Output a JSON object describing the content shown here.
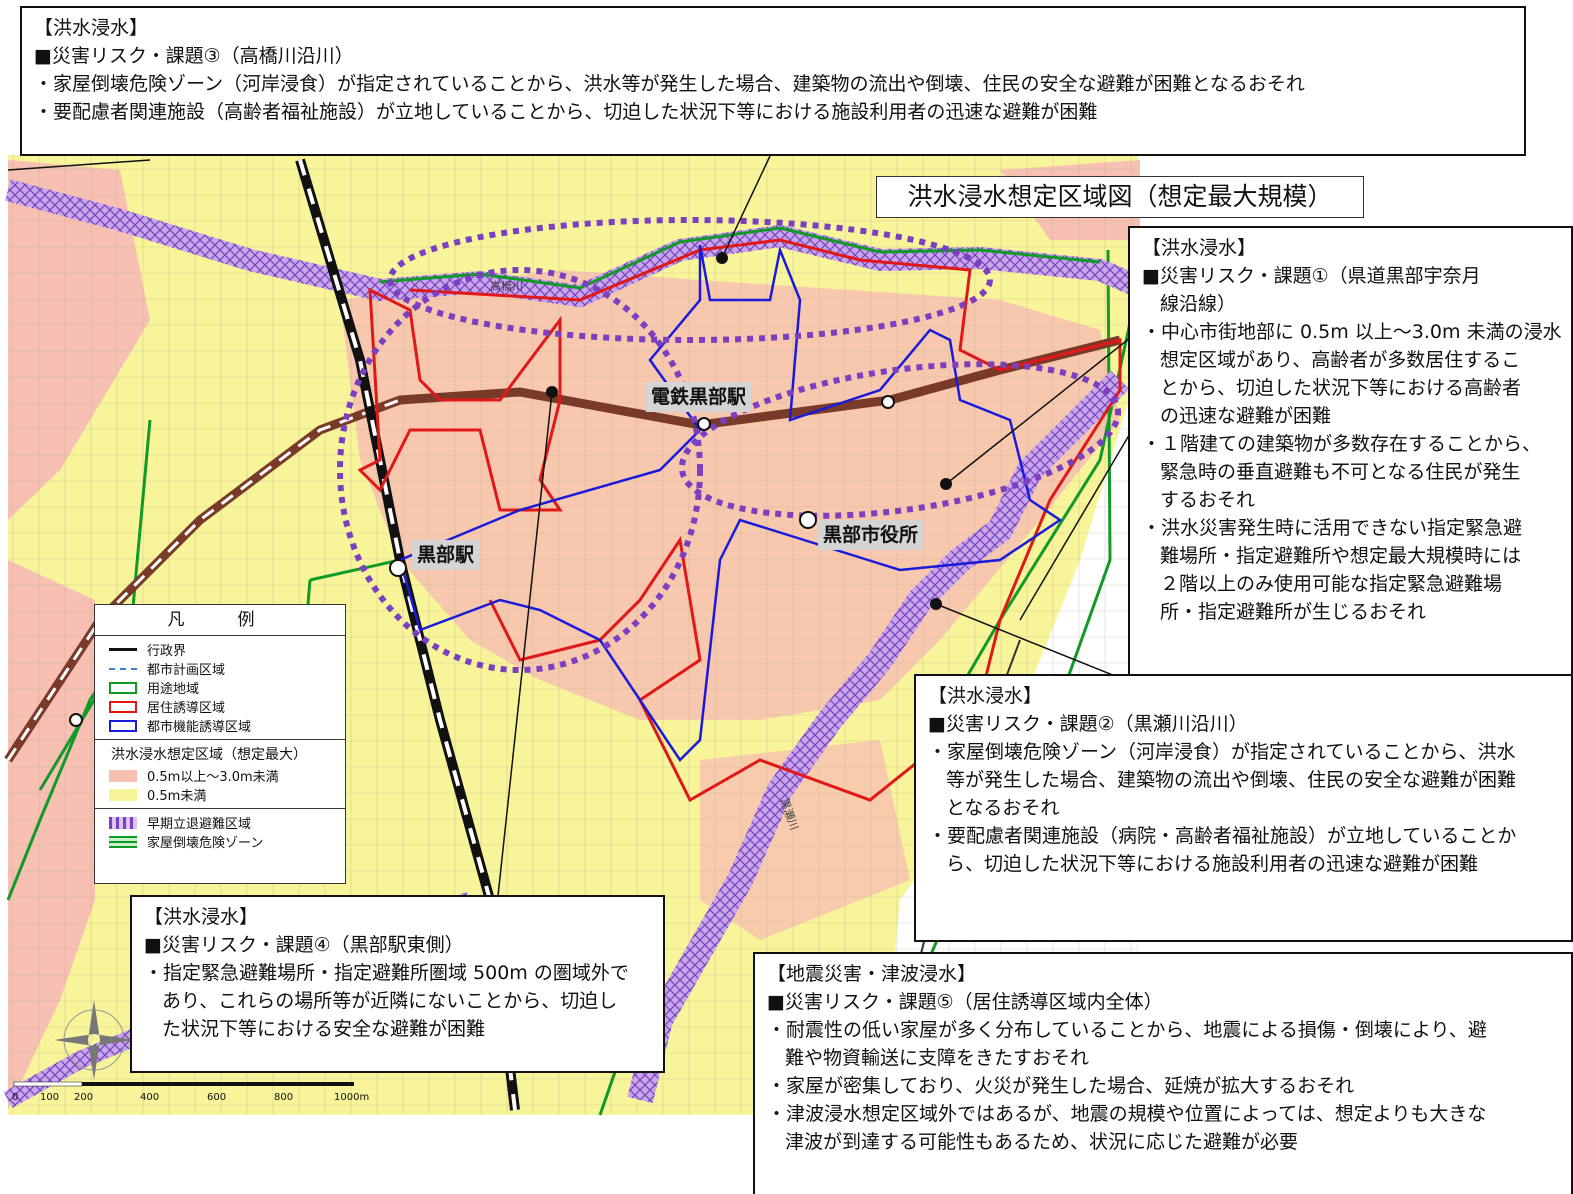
{
  "map_title": "洪水浸水想定区域図（想定最大規模）",
  "stations": {
    "dentetsu": "電鉄黒部駅",
    "kurobe": "黒部駅",
    "city_hall": "黒部市役所"
  },
  "river_labels": {
    "takahashi": "高橋川",
    "kurose": "黒瀬川"
  },
  "boxes": {
    "b3": {
      "tag": "【洪水浸水】",
      "title": "■災害リスク・課題③（高橋川沿川）",
      "lines": [
        "・家屋倒壊危険ゾーン（河岸浸食）が指定されていることから、洪水等が発生した場合、建築物の流出や倒壊、住民の安全な避難が困難となるおそれ",
        "・要配慮者関連施設（高齢者福祉施設）が立地していることから、切迫した状況下等における施設利用者の迅速な避難が困難"
      ]
    },
    "b1": {
      "tag": "【洪水浸水】",
      "title1": "■災害リスク・課題①（県道黒部宇奈月",
      "title2": "線沿線）",
      "lines": [
        "・中心市街地部に 0.5m 以上～3.0m 未満の浸水",
        "想定区域があり、高齢者が多数居住するこ",
        "とから、切迫した状況下等における高齢者",
        "の迅速な避難が困難",
        "・１階建ての建築物が多数存在することから、",
        "緊急時の垂直避難も不可となる住民が発生",
        "するおそれ",
        "・洪水災害発生時に活用できない指定緊急避",
        "難場所・指定避難所や想定最大規模時には",
        "２階以上のみ使用可能な指定緊急避難場",
        "所・指定避難所が生じるおそれ"
      ]
    },
    "b2": {
      "tag": "【洪水浸水】",
      "title": "■災害リスク・課題②（黒瀬川沿川）",
      "lines": [
        "・家屋倒壊危険ゾーン（河岸浸食）が指定されていることから、洪水",
        "等が発生した場合、建築物の流出や倒壊、住民の安全な避難が困難",
        "となるおそれ",
        "・要配慮者関連施設（病院・高齢者福祉施設）が立地していることか",
        "ら、切迫した状況下等における施設利用者の迅速な避難が困難"
      ]
    },
    "b4": {
      "tag": "【洪水浸水】",
      "title": "■災害リスク・課題④（黒部駅東側）",
      "lines": [
        "・指定緊急避難場所・指定避難所圏域 500m の圏域外で",
        "あり、これらの場所等が近隣にないことから、切迫し",
        "た状況下等における安全な避難が困難"
      ]
    },
    "b5": {
      "tag": "【地震災害・津波浸水】",
      "title": "■災害リスク・課題⑤（居住誘導区域内全体）",
      "lines": [
        "・耐震性の低い家屋が多く分布していることから、地震による損傷・倒壊により、避",
        "難や物資輸送に支障をきたすおそれ",
        "・家屋が密集しており、火災が発生した場合、延焼が拡大するおそれ",
        "・津波浸水想定区域外ではあるが、地震の規模や位置によっては、想定よりも大きな",
        "津波が到達する可能性もあるため、状況に応じた避難が必要"
      ]
    }
  },
  "legend": {
    "title": "凡　例",
    "items": [
      {
        "label": "行政界",
        "style": "line-black"
      },
      {
        "label": "都市計画区域",
        "style": "line-dashdot-blue"
      },
      {
        "label": "用途地域",
        "style": "box-green"
      },
      {
        "label": "居住誘導区域",
        "style": "box-red"
      },
      {
        "label": "都市機能誘導区域",
        "style": "box-blue"
      }
    ],
    "flood_title": "洪水浸水想定区域（想定最大）",
    "flood_items": [
      {
        "label": "0.5m以上～3.0m未満",
        "color": "#f7c0b2"
      },
      {
        "label": "0.5m未満",
        "color": "#f7f49a"
      }
    ],
    "zone_items": [
      {
        "label": "早期立退避難区域",
        "style": "purple-hatch"
      },
      {
        "label": "家屋倒壊危険ゾーン",
        "style": "green-hatch"
      }
    ]
  },
  "scale_labels": [
    "0",
    "100",
    "200",
    "400",
    "600",
    "800",
    "1000m"
  ],
  "colors": {
    "pink": "#f7c0b2",
    "yellow": "#f7f49a",
    "red": "#e01818",
    "blue": "#1a1adb",
    "green": "#119a28",
    "purple": "#7b3fc0",
    "rail": "#7a3a2a"
  }
}
